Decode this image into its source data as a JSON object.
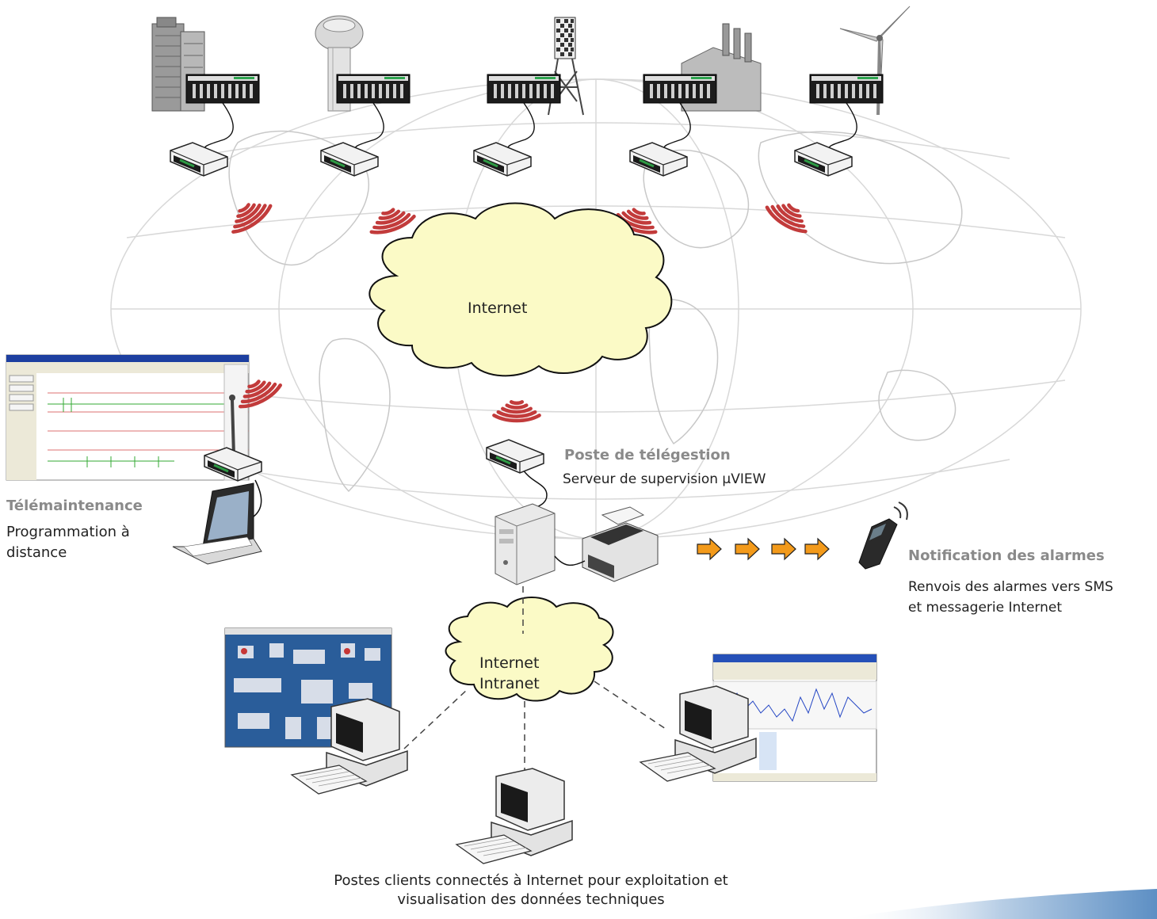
{
  "clouds": {
    "internet_label": "Internet",
    "intranet_label_1": "Internet",
    "intranet_label_2": "Intranet"
  },
  "sites": [
    {
      "icon": "office-building-icon"
    },
    {
      "icon": "water-tower-icon"
    },
    {
      "icon": "lattice-tower-icon"
    },
    {
      "icon": "factory-icon"
    },
    {
      "icon": "wind-turbine-icon"
    }
  ],
  "central": {
    "title": "Poste de télégestion",
    "subtitle": "Serveur de supervision µVIEW"
  },
  "maintenance": {
    "title": "Télémaintenance",
    "line1": "Programmation à",
    "line2": "distance"
  },
  "alarms": {
    "title": "Notification des alarmes",
    "line1": "Renvois des alarmes vers SMS",
    "line2": "et messagerie Internet"
  },
  "clients": {
    "caption_line1": "Postes clients connectés à Internet pour exploitation et",
    "caption_line2": "visualisation des données techniques"
  },
  "colors": {
    "wave": "#c23b3b",
    "cloud_fill": "#fbfac6",
    "arrow": "#f39a1a",
    "modem_led": "#2e9a44",
    "globe_line": "#d6d6d6"
  }
}
